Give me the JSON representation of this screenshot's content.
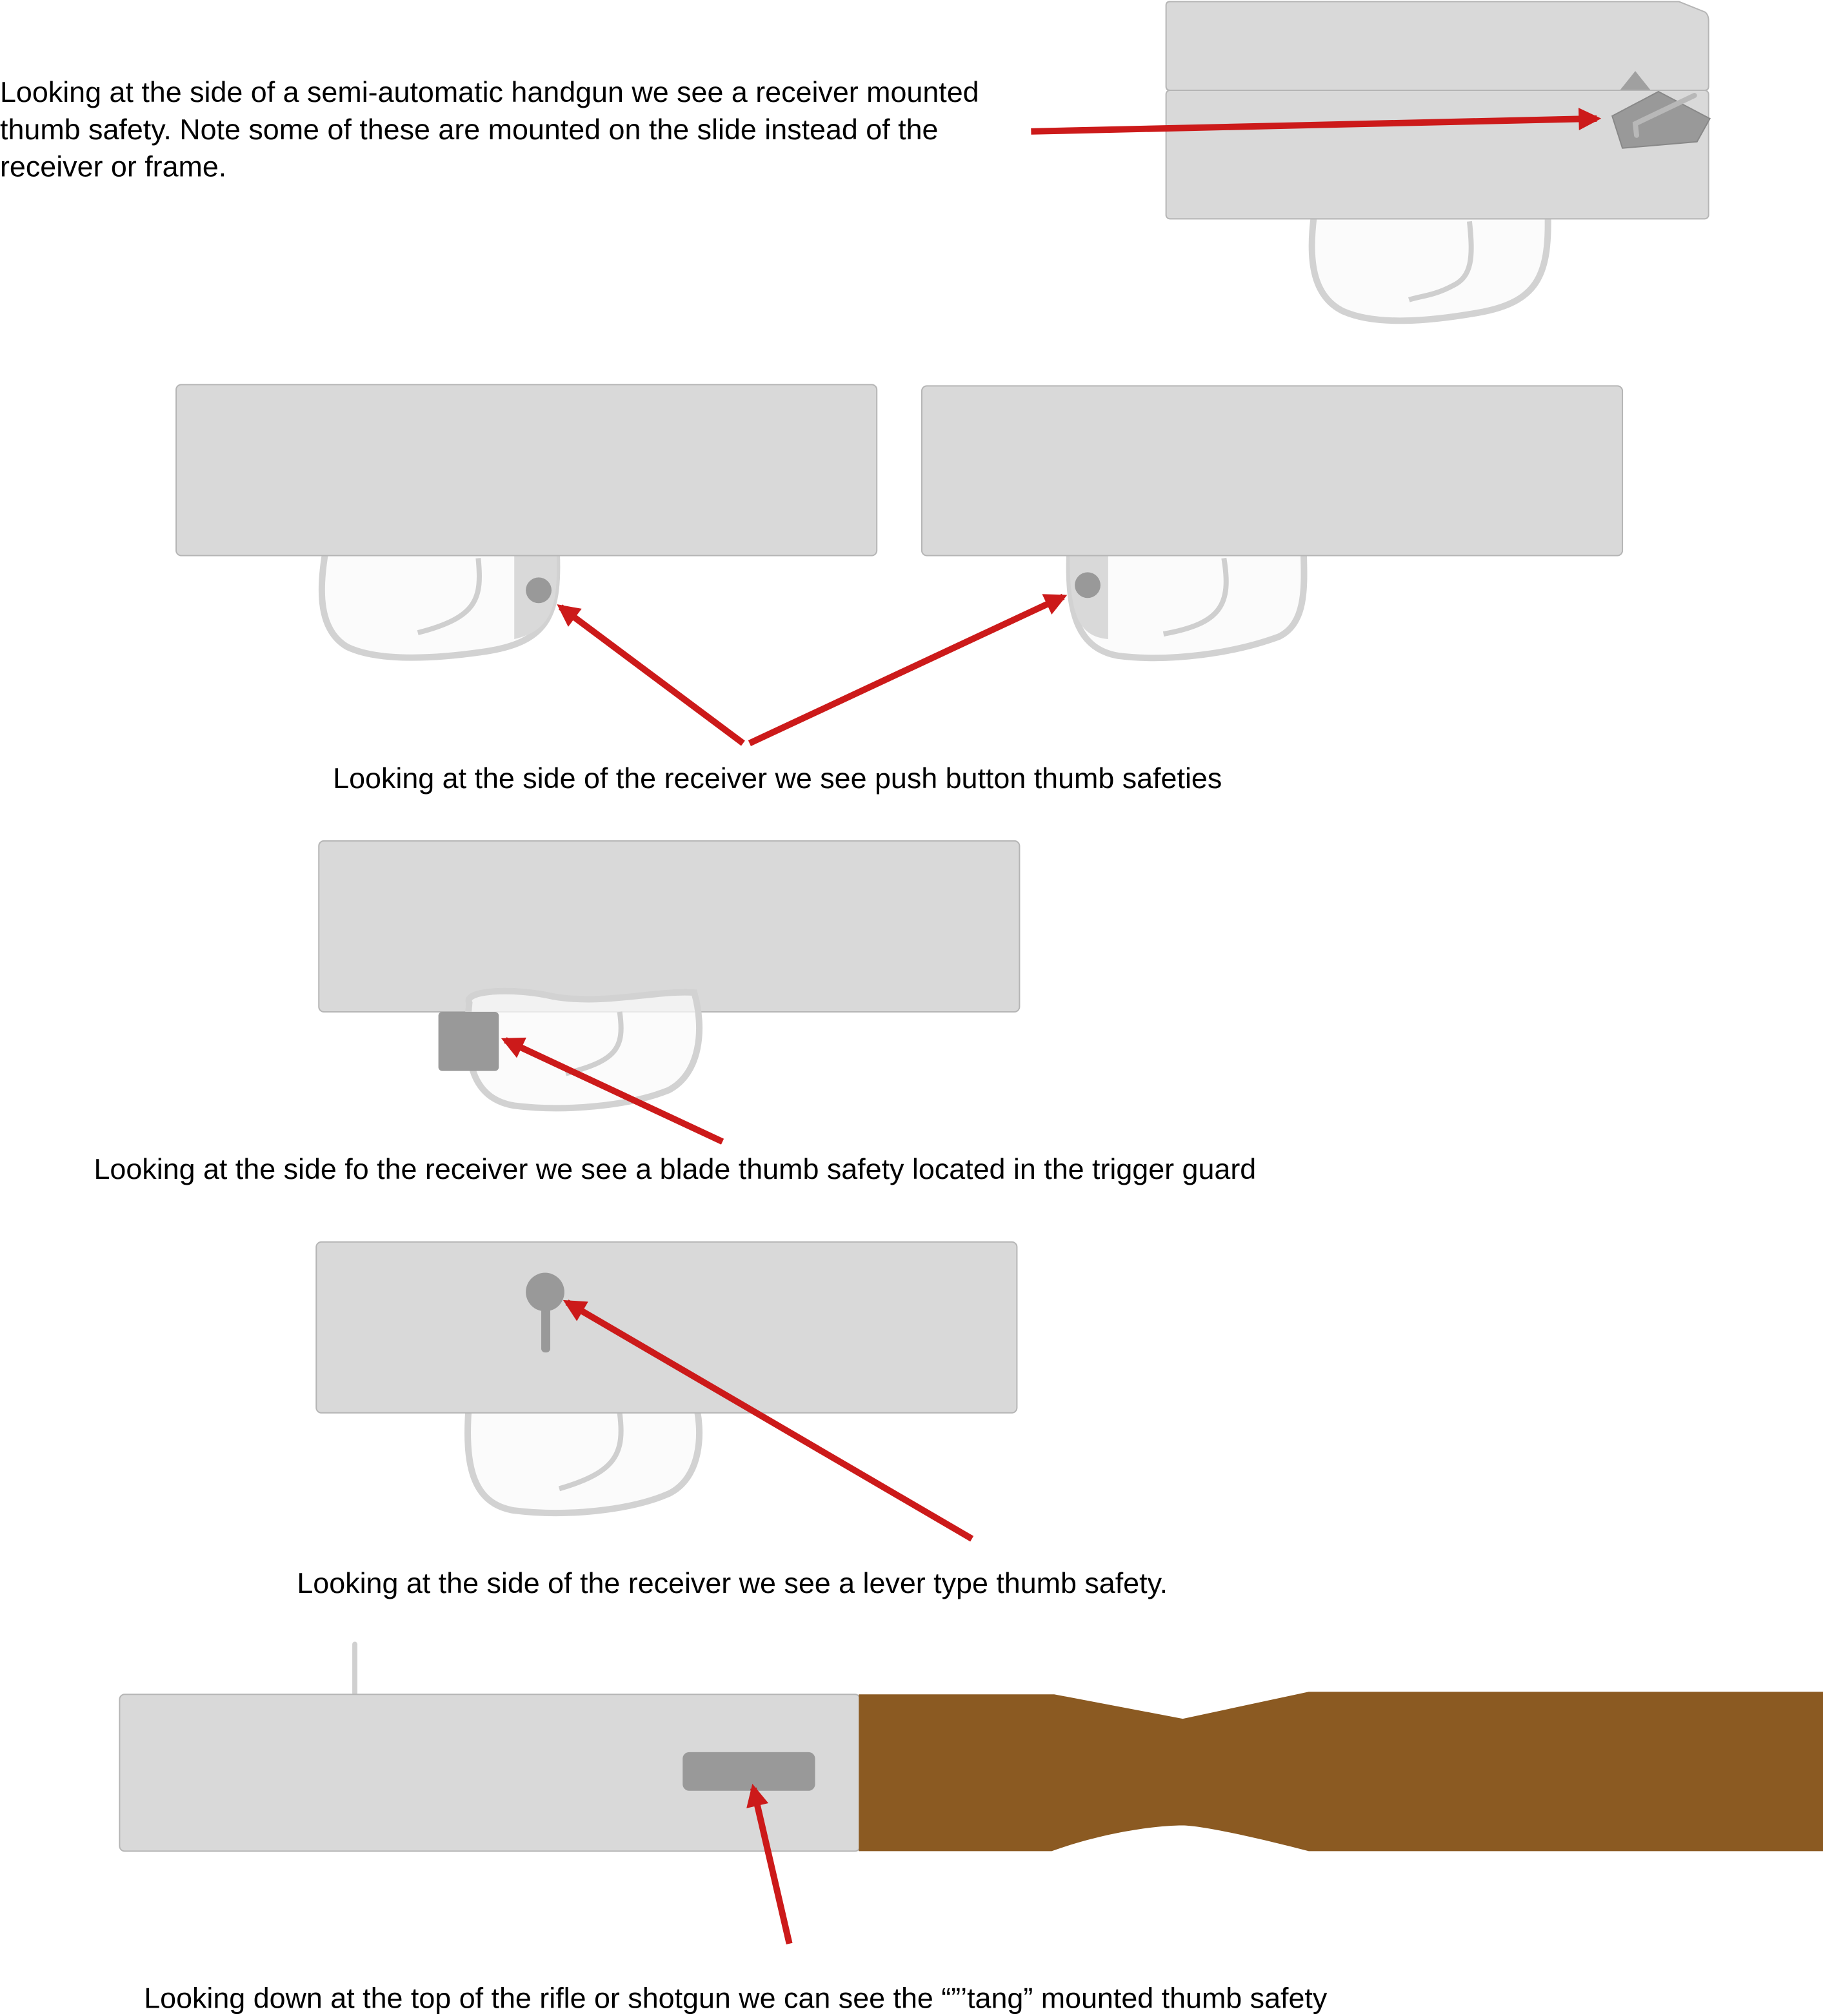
{
  "captions": {
    "receiver_mounted": [
      "Looking at the side of a semi-automatic handgun we see a receiver mounted",
      "thumb safety.  Note some of these are mounted on the slide instead of the",
      "receiver or frame."
    ],
    "push_button": "Looking at the side of the receiver we see push button thumb safeties",
    "blade": "Looking at the side fo the receiver we see a blade thumb safety located in the trigger guard",
    "lever": "Looking at the side of the receiver we see a lever type thumb safety.",
    "tang": "Looking down at the top of the rifle or shotgun we can see the “”’tang” mounted thumb safety"
  },
  "colors": {
    "arrow": "#cc1a1a",
    "receiver": "#d9d9d9",
    "safety": "#999999",
    "stock": "#8b5a22"
  }
}
